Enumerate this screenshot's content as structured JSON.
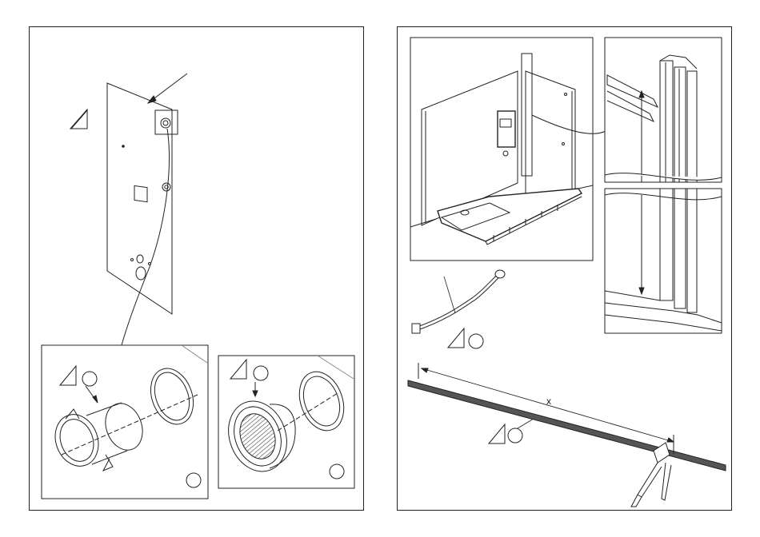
{
  "diagram": {
    "left_page": {
      "callout_circles": [
        "",
        "",
        "",
        ""
      ],
      "warning_triangles": 3
    },
    "right_page": {
      "dimension_label": "x",
      "callout_circles": [
        "",
        ""
      ],
      "warning_triangles": 2
    }
  },
  "colors": {
    "line": "#222222",
    "panel_fill": "#ffffff",
    "strip_fill": "#555555",
    "hatch": "#444444"
  }
}
